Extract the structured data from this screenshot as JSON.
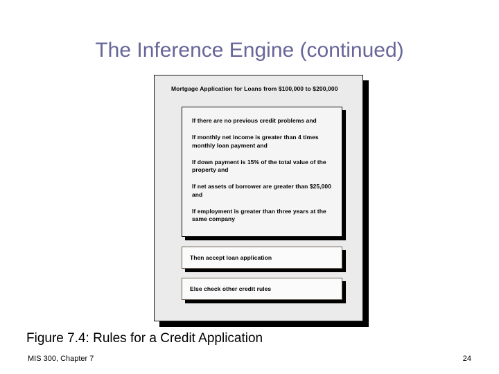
{
  "slide": {
    "title": "The Inference Engine (continued)",
    "title_color": "#666699",
    "page_number": "24",
    "footer": "MIS 300, Chapter 7",
    "caption": "Figure 7.4: Rules for a Credit Application"
  },
  "figure": {
    "heading": "Mortgage Application for Loans from $100,000 to $200,000",
    "panel_fill": "#ebebeb",
    "rules_fill": "#f5f5f5",
    "shadow_color": "#000000",
    "conditions": [
      "If there are no previous credit problems and",
      "If monthly net income is greater than 4 times monthly loan payment and",
      "If down payment is 15% of the total value of the property and",
      "If net assets of borrower are greater than $25,000 and",
      "If employment is greater than three years at the same company"
    ],
    "actions": [
      {
        "label": "Then accept loan application"
      },
      {
        "label": "Else check other credit rules"
      }
    ]
  }
}
